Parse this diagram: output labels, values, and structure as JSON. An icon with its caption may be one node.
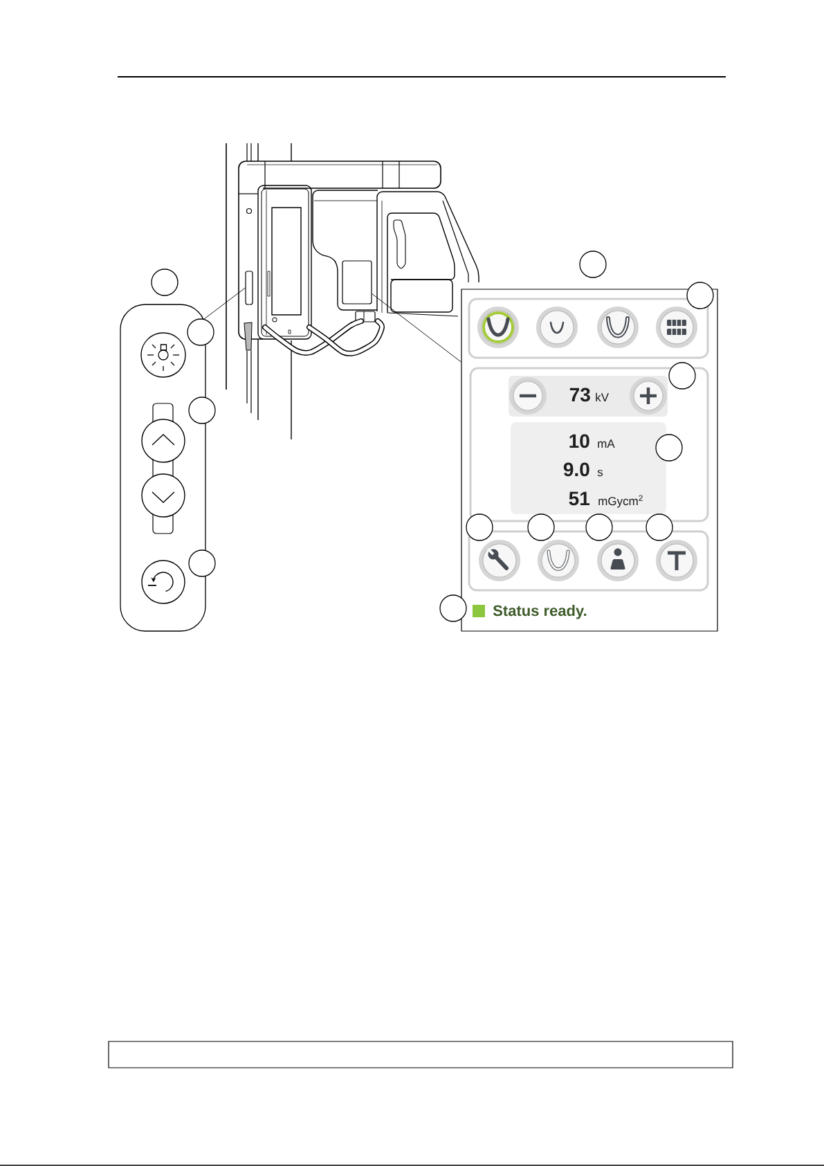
{
  "diagram": {
    "nodes": [
      {
        "text": [],
        "shape": "box"
      },
      {
        "text": [],
        "shape": "box"
      },
      {
        "text": [],
        "shape": "circle"
      },
      {
        "text": [],
        "shape": "circle"
      },
      {
        "text": [],
        "shape": "box"
      },
      {
        "text": [],
        "shape": "circle"
      },
      {
        "text": [],
        "shape": "circle"
      },
      {
        "text": [],
        "shape": "circle"
      },
      {
        "text": [],
        "shape": "box"
      },
      {
        "text": [],
        "shape": "circle"
      },
      {
        "text": [],
        "shape": "box",
        "in": 8
      },
      {
        "text": [],
        "shape": "box",
        "in": 8
      },
      {
        "text": [],
        "shape": "circle",
        "in": 8
      },
      {
        "text": [
          "73",
          "kV"
        ],
        "in": 11
      },
      {
        "text": [
          "10",
          "mA",
          "9.0",
          "s",
          "51",
          "mGycm$^{2}$"
        ],
        "in": 11
      },
      {
        "text": [],
        "shape": "circle",
        "in": 11
      },
      {
        "text": [],
        "shape": "box",
        "in": 8
      },
      {
        "text": [],
        "shape": "circle",
        "in": 8
      },
      {
        "text": [],
        "shape": "circle",
        "in": 8
      },
      {
        "text": [],
        "shape": "circle",
        "in": 8
      },
      {
        "text": [],
        "shape": "circle",
        "in": 8
      },
      {
        "text": [],
        "shape": "circle"
      }
    ],
    "edges": [
      {
        "from": 4,
        "to": 0,
        "arrow": "none"
      },
      {
        "from": 1,
        "to": 8,
        "arrow": "none"
      }
    ],
    "labels": [
      "Status ready."
    ]
  }
}
